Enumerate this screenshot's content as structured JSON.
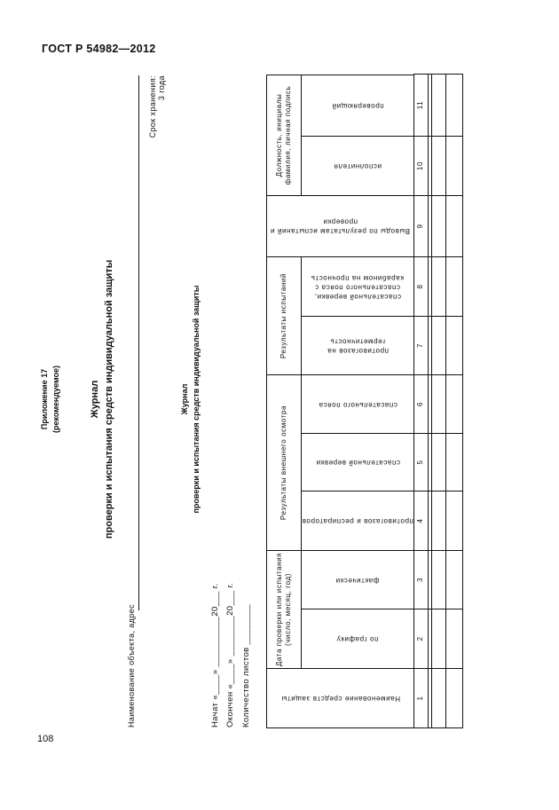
{
  "header": {
    "standard": "ГОСТ Р 54982—2012",
    "page_number": "108"
  },
  "retention": {
    "label": "Срок хранения:",
    "value": "3 года"
  },
  "object_label": "Наименование объекта, адрес",
  "appendix": {
    "title": "Приложение 17",
    "subtitle": "(рекомендуемое)"
  },
  "cover_title": {
    "line1": "Журнал",
    "line2": "проверки и испытания средств индивидуальной защиты"
  },
  "form_title": {
    "line1": "Журнал",
    "line2": "проверки и испытания средств индивидуальной защиты"
  },
  "started": "Начат «____» __________20___ г.",
  "finished": "Окончен «____» ________20___ г.",
  "sheets": "Количество листов ________",
  "table": {
    "col1": "Наименование средств защиты",
    "group_date": "Дата проверки или испытания (число, месяц, год)",
    "col2": "по графику",
    "col3": "фактически",
    "group_visual": "Результаты внешнего осмотра",
    "col4": "противогазов и респираторов",
    "col5": "спасательной веревки",
    "col6": "спасательного пояса",
    "group_tests": "Результаты испытаний",
    "col7": "противогазов на герметичность",
    "col8": "спасательной веревки, спасательного пояса с карабином на прочность",
    "col9": "Выводы по результатам испытаний и проверки",
    "group_sign": "Должность, инициалы фамилия, личная подпись",
    "col10": "исполнителя",
    "col11": "проверяющий",
    "numbers": [
      "1",
      "2",
      "3",
      "4",
      "5",
      "6",
      "7",
      "8",
      "9",
      "10",
      "11"
    ]
  }
}
